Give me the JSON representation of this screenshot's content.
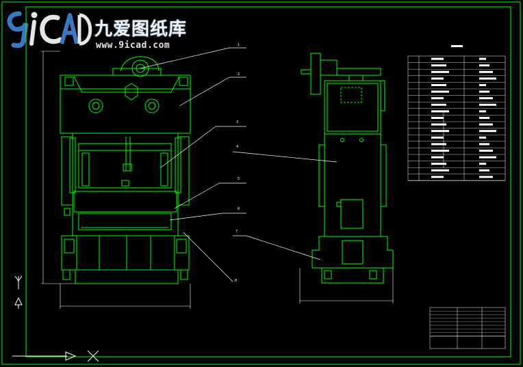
{
  "logo": {
    "brand": "9iCAD",
    "chinese_name": "九爱图纸库",
    "url": "www.9icad.com"
  },
  "colors": {
    "background": "#000000",
    "border": "#00ff00",
    "leader": "#ffffff",
    "logo_blue": "#3b78c4"
  },
  "callouts": [
    "1",
    "2",
    "3",
    "4",
    "5",
    "6",
    "7",
    "8"
  ]
}
